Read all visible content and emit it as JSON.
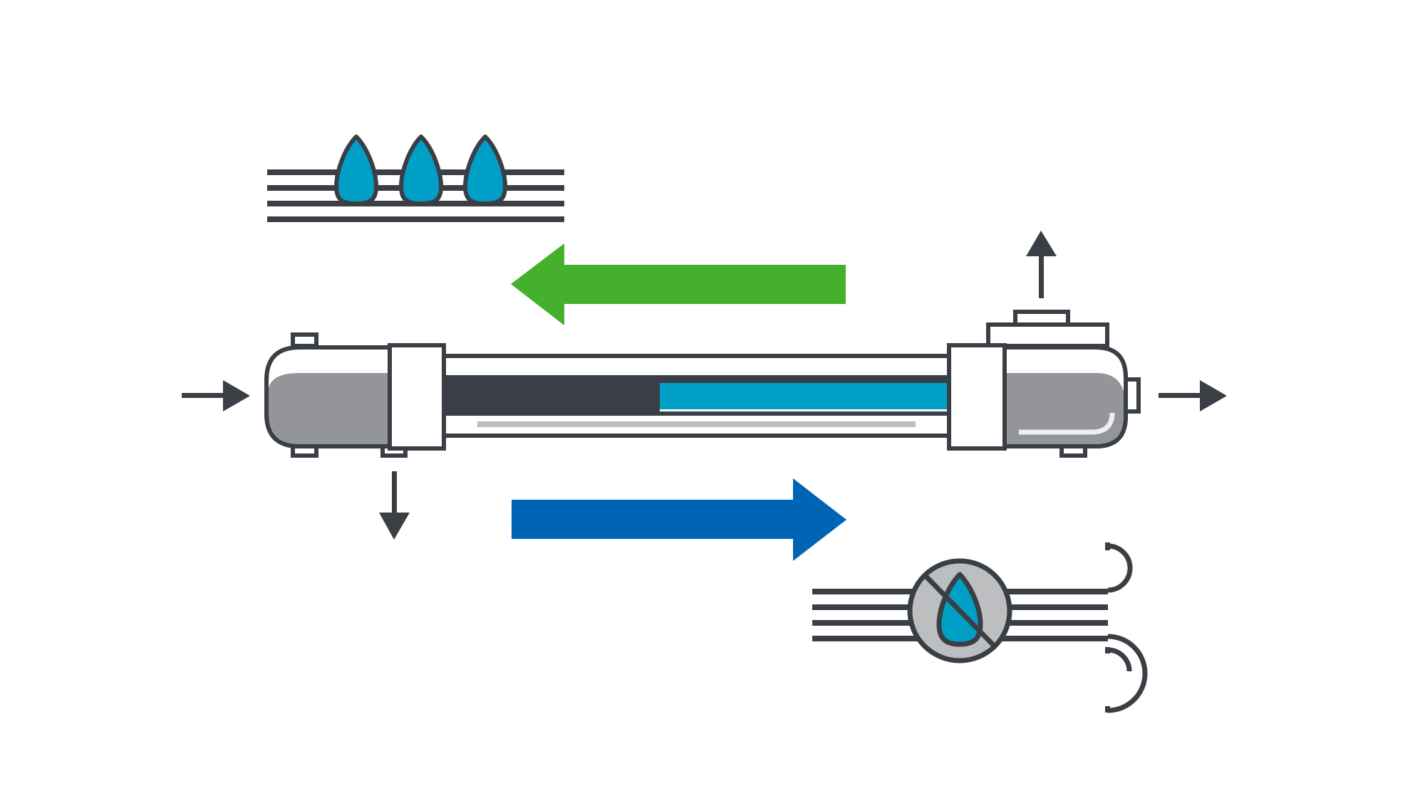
{
  "diagram": {
    "elements": [
      "wet-fabric-icon",
      "green-left-arrow",
      "membrane-dryer",
      "inlet-arrow",
      "outlet-arrow",
      "drain-arrow",
      "purge-exhaust-arrow",
      "blue-right-arrow",
      "dry-air-icon"
    ]
  },
  "colors": {
    "outline": "#3a3f45",
    "water": "#00a0c6",
    "green_arrow": "#44b02c",
    "blue_arrow": "#0064b4",
    "chamber_gray": "#939598",
    "light_gray": "#bcbec0",
    "dark_core": "#3a3f45",
    "background": "#ffffff"
  }
}
